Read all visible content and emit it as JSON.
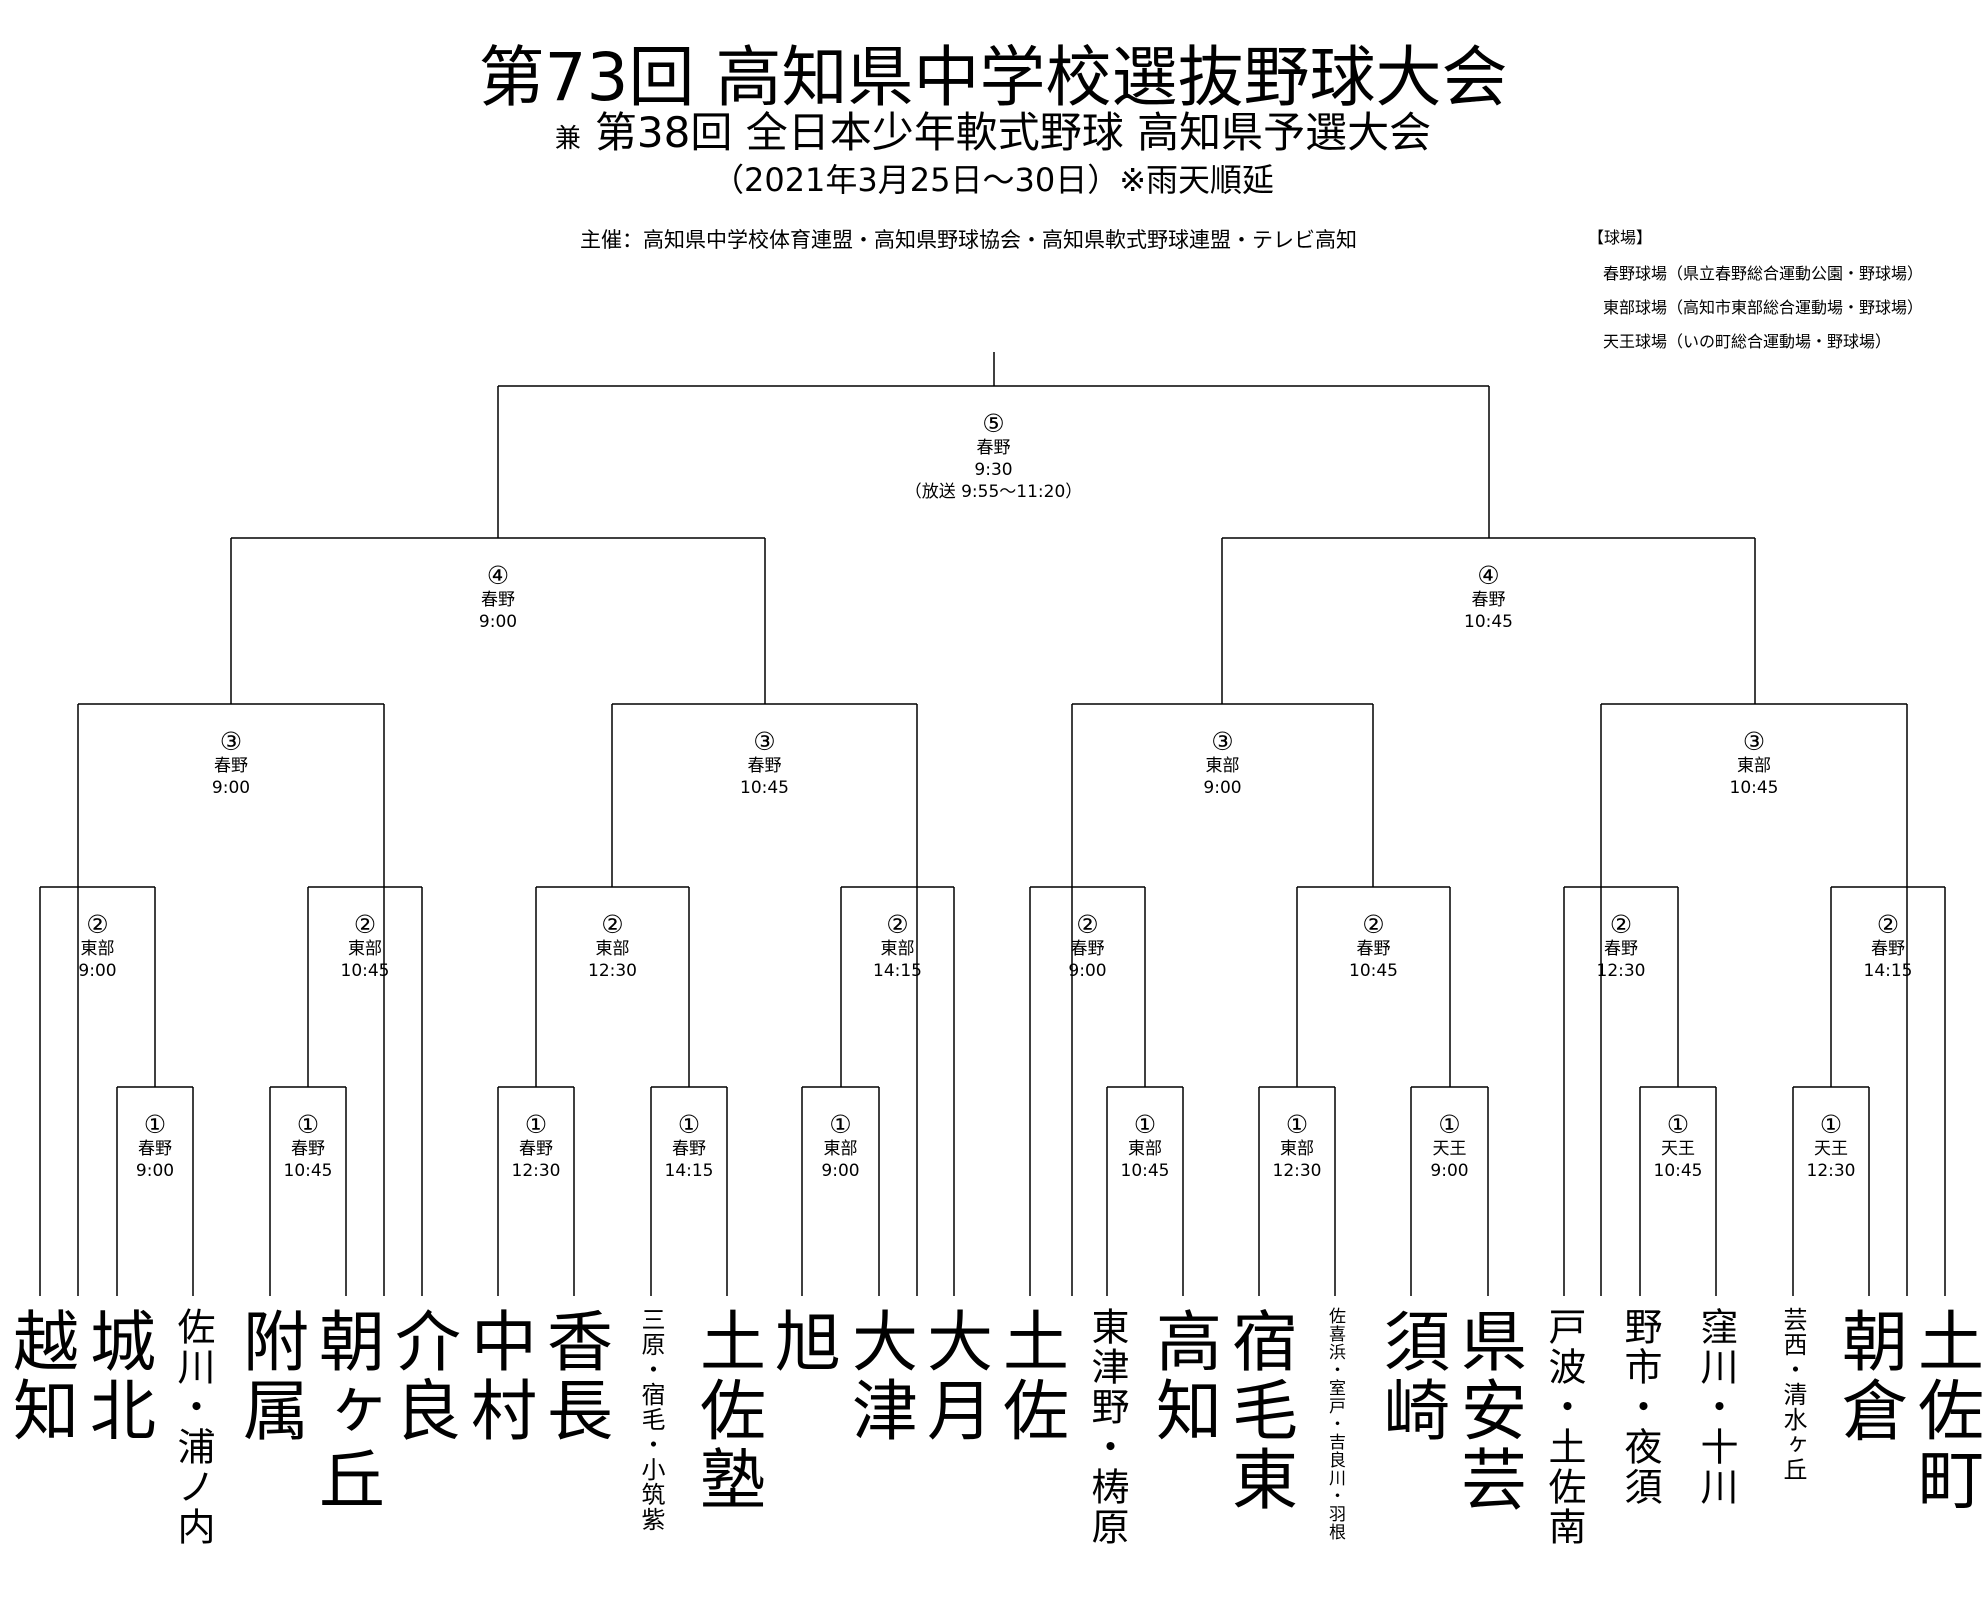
{
  "header": {
    "title": "第73回 高知県中学校選抜野球大会",
    "ken": "兼",
    "subtitle": "第38回 全日本少年軟式野球 高知県予選大会",
    "dates": "（2021年3月25日～30日）※雨天順延",
    "organizers": "主催：高知県中学校体育連盟・高知県野球協会・高知県軟式野球連盟・テレビ高知"
  },
  "venues": {
    "heading": "【球場】",
    "items": [
      "春野球場（県立春野総合運動公園・野球場）",
      "東部球場（高知市東部総合運動場・野球場）",
      "天王球場（いの町総合運動場・野球場）"
    ]
  },
  "matches": {
    "r1": [
      {
        "num": "①",
        "venue": "春野",
        "time": "9:00"
      },
      {
        "num": "①",
        "venue": "春野",
        "time": "10:45"
      },
      {
        "num": "①",
        "venue": "春野",
        "time": "12:30"
      },
      {
        "num": "①",
        "venue": "春野",
        "time": "14:15"
      },
      {
        "num": "①",
        "venue": "東部",
        "time": "9:00"
      },
      {
        "num": "①",
        "venue": "東部",
        "time": "10:45"
      },
      {
        "num": "①",
        "venue": "東部",
        "time": "12:30"
      },
      {
        "num": "①",
        "venue": "天王",
        "time": "9:00"
      },
      {
        "num": "①",
        "venue": "天王",
        "time": "10:45"
      },
      {
        "num": "①",
        "venue": "天王",
        "time": "12:30"
      }
    ],
    "r2": [
      {
        "num": "②",
        "venue": "東部",
        "time": "9:00"
      },
      {
        "num": "②",
        "venue": "東部",
        "time": "10:45"
      },
      {
        "num": "②",
        "venue": "東部",
        "time": "12:30"
      },
      {
        "num": "②",
        "venue": "東部",
        "time": "14:15"
      },
      {
        "num": "②",
        "venue": "春野",
        "time": "9:00"
      },
      {
        "num": "②",
        "venue": "春野",
        "time": "10:45"
      },
      {
        "num": "②",
        "venue": "春野",
        "time": "12:30"
      },
      {
        "num": "②",
        "venue": "春野",
        "time": "14:15"
      }
    ],
    "r3": [
      {
        "num": "③",
        "venue": "春野",
        "time": "9:00"
      },
      {
        "num": "③",
        "venue": "春野",
        "time": "10:45"
      },
      {
        "num": "③",
        "venue": "東部",
        "time": "9:00"
      },
      {
        "num": "③",
        "venue": "東部",
        "time": "10:45"
      }
    ],
    "r4": [
      {
        "num": "④",
        "venue": "春野",
        "time": "9:00"
      },
      {
        "num": "④",
        "venue": "春野",
        "time": "10:45"
      }
    ],
    "final": {
      "num": "⑤",
      "venue": "春野",
      "time": "9:30",
      "note": "（放送 9:55～11:20）"
    }
  },
  "teams": [
    "越知",
    "城北",
    "佐川・浦ノ内",
    "附属",
    "朝ヶ丘",
    "介良",
    "中村",
    "香長",
    "三原・宿毛・小筑紫",
    "土佐塾",
    "旭",
    "大津",
    "大月",
    "土佐",
    "東津野・梼原",
    "高知",
    "宿毛東",
    "佐喜浜・室戸・吉良川・羽根",
    "須崎",
    "県安芸",
    "戸波・土佐南",
    "野市・夜須",
    "窪川・十川",
    "芸西・清水ヶ丘",
    "朝倉",
    "土佐町"
  ]
}
